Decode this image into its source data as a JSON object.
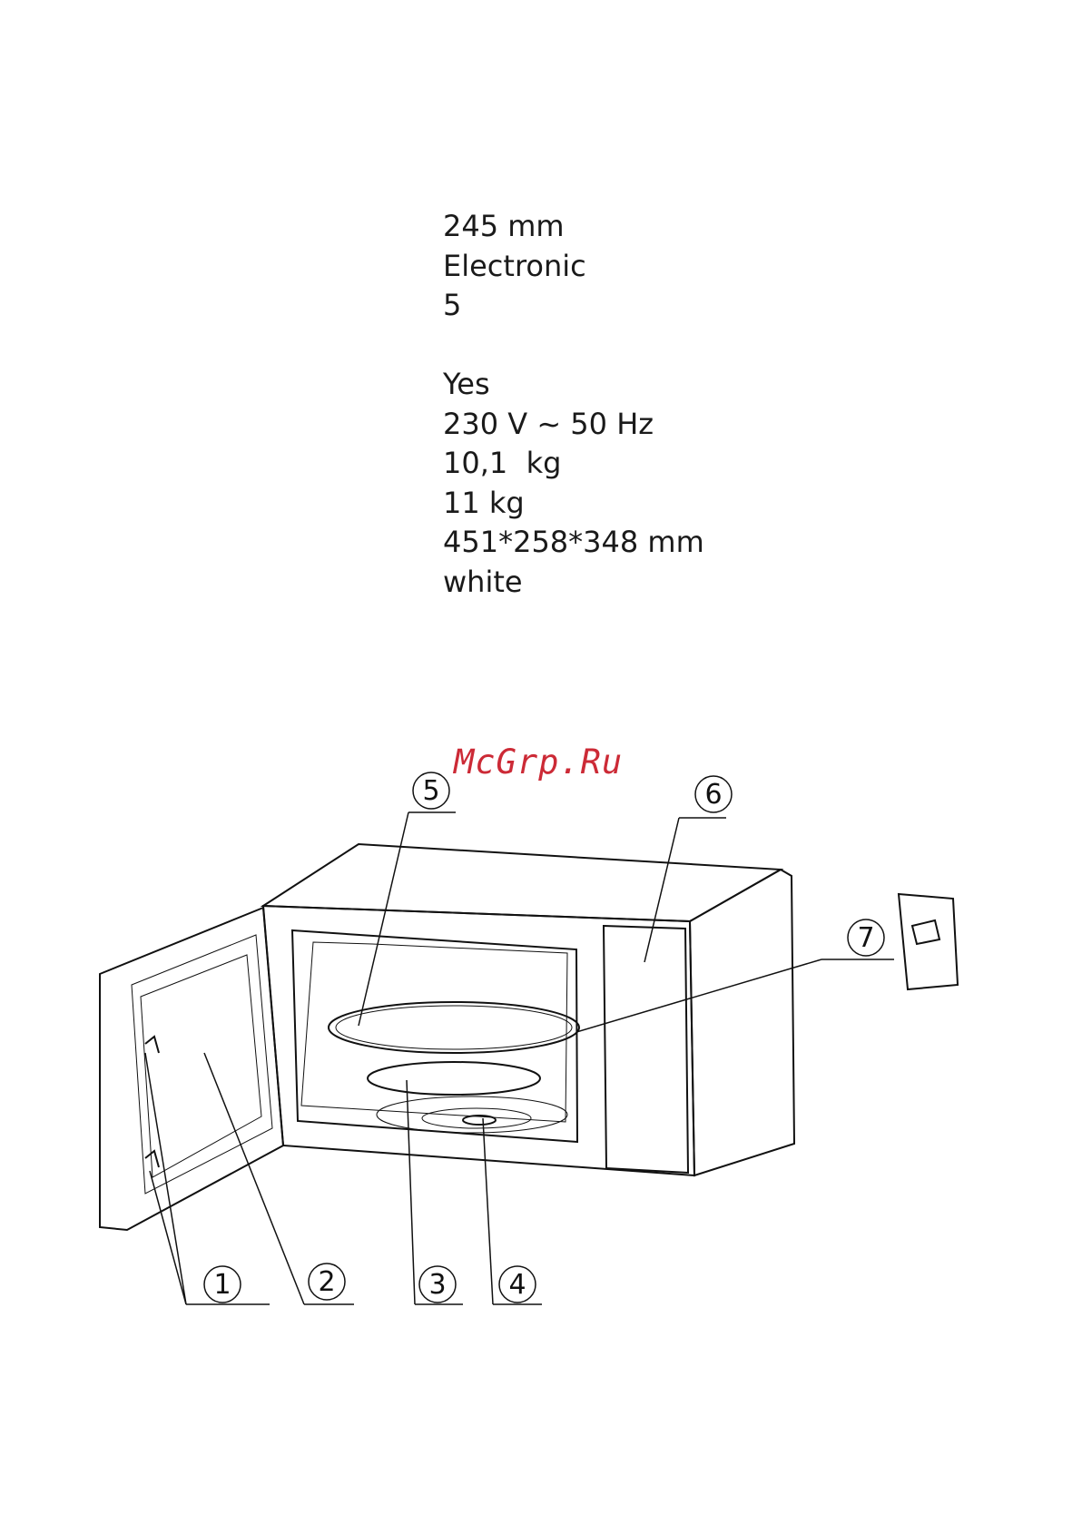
{
  "specs": {
    "values": [
      "245 mm",
      "Electronic",
      "5",
      "",
      "Yes",
      "230 V ~ 50 Hz",
      "10,1  kg",
      "11 kg",
      "451*258*348 mm",
      "white"
    ]
  },
  "watermark": "McGrp.Ru",
  "callouts": [
    "1",
    "2",
    "3",
    "4",
    "5",
    "6",
    "7"
  ]
}
